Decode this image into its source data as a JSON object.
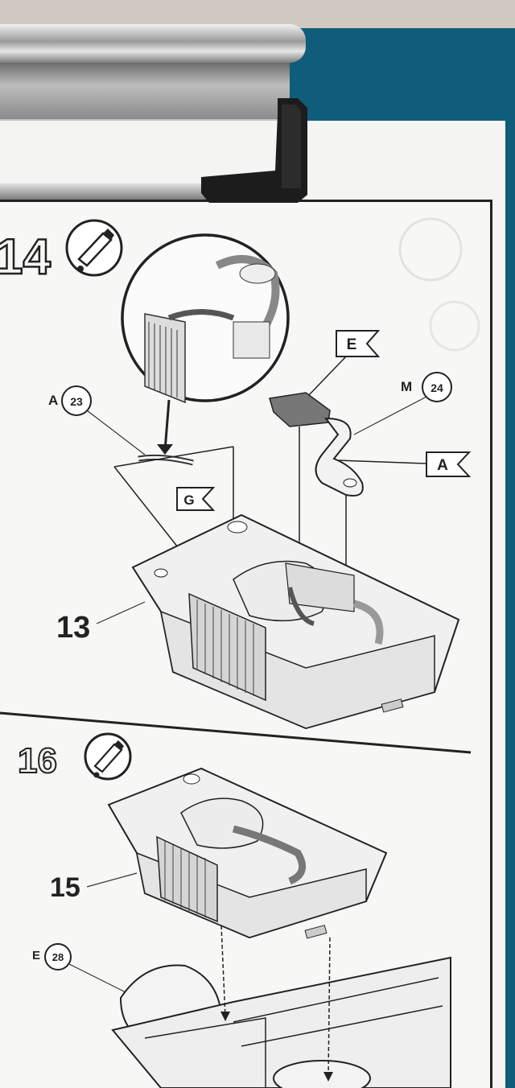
{
  "steps": [
    {
      "number": "14",
      "callouts": {
        "A": "A",
        "A_num": "23",
        "M": "M",
        "M_num": "24",
        "E": "E",
        "A_flag": "A",
        "G": "G"
      },
      "part_label": "13"
    },
    {
      "number": "16",
      "callouts": {
        "E": "E",
        "E_num": "28"
      },
      "part_label": "15"
    }
  ],
  "icons": [
    "glue-tube-icon",
    "glue-tube-icon"
  ],
  "colors": {
    "board": "#0f5d7a",
    "paper": "#f7f7f5",
    "ink": "#222222"
  }
}
